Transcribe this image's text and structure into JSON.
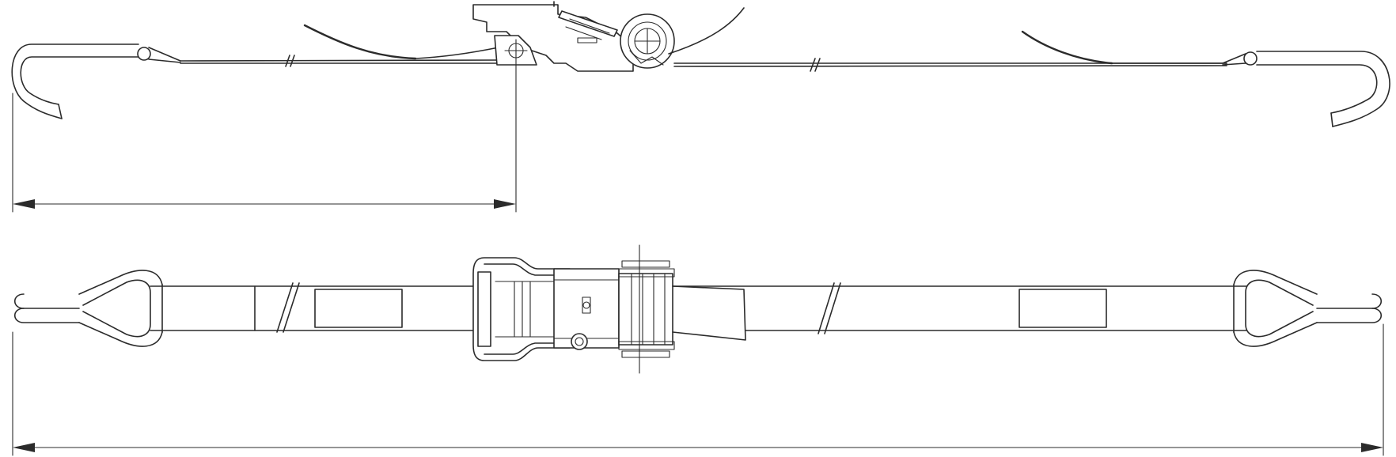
{
  "figure": {
    "subject": "ratchet-strap-assembly",
    "views": [
      "side-view",
      "top-view"
    ],
    "colors": {
      "line": "#2b2b2b",
      "background": "#ffffff"
    }
  }
}
